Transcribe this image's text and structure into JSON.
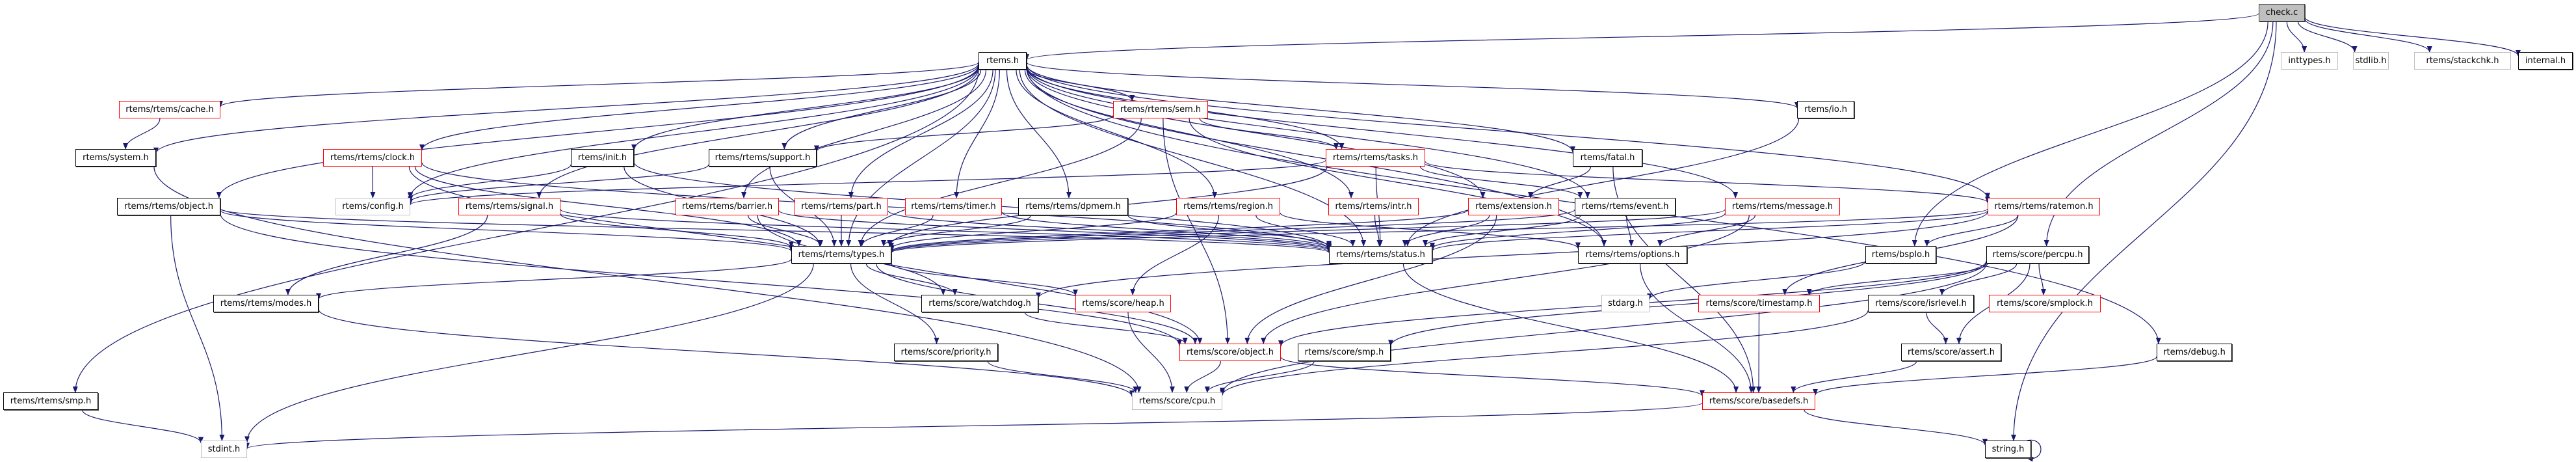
{
  "graph": {
    "title": "check.c include dependency graph",
    "colors": {
      "edge": "#191970",
      "normal_border": "#000000",
      "truncated_border": "#ff0000",
      "external_border": "#bfbfbf",
      "root_fill": "#bfbfbf"
    },
    "nodes": [
      {
        "id": "check_c",
        "label": "check.c",
        "kind": "root"
      },
      {
        "id": "rtems_h",
        "label": "rtems.h",
        "kind": "normal"
      },
      {
        "id": "inttypes_h",
        "label": "inttypes.h",
        "kind": "gray"
      },
      {
        "id": "stdlib_h",
        "label": "stdlib.h",
        "kind": "gray"
      },
      {
        "id": "stackchk_h",
        "label": "rtems/stackchk.h",
        "kind": "gray"
      },
      {
        "id": "internal_h",
        "label": "internal.h",
        "kind": "normal"
      },
      {
        "id": "cache_h",
        "label": "rtems/rtems/cache.h",
        "kind": "red"
      },
      {
        "id": "sem_h",
        "label": "rtems/rtems/sem.h",
        "kind": "red"
      },
      {
        "id": "io_h",
        "label": "rtems/io.h",
        "kind": "normal"
      },
      {
        "id": "system_h",
        "label": "rtems/system.h",
        "kind": "normal"
      },
      {
        "id": "clock_h",
        "label": "rtems/rtems/clock.h",
        "kind": "red"
      },
      {
        "id": "init_h",
        "label": "rtems/init.h",
        "kind": "normal"
      },
      {
        "id": "support_h",
        "label": "rtems/rtems/support.h",
        "kind": "normal"
      },
      {
        "id": "tasks_h",
        "label": "rtems/rtems/tasks.h",
        "kind": "red"
      },
      {
        "id": "fatal_h",
        "label": "rtems/fatal.h",
        "kind": "normal"
      },
      {
        "id": "object_h",
        "label": "rtems/rtems/object.h",
        "kind": "normal"
      },
      {
        "id": "config_h",
        "label": "rtems/config.h",
        "kind": "gray"
      },
      {
        "id": "signal_h",
        "label": "rtems/rtems/signal.h",
        "kind": "red"
      },
      {
        "id": "barrier_h",
        "label": "rtems/rtems/barrier.h",
        "kind": "red"
      },
      {
        "id": "part_h",
        "label": "rtems/rtems/part.h",
        "kind": "red"
      },
      {
        "id": "timer_h",
        "label": "rtems/rtems/timer.h",
        "kind": "red"
      },
      {
        "id": "dpmem_h",
        "label": "rtems/rtems/dpmem.h",
        "kind": "normal"
      },
      {
        "id": "region_h",
        "label": "rtems/rtems/region.h",
        "kind": "red"
      },
      {
        "id": "intr_h",
        "label": "rtems/rtems/intr.h",
        "kind": "red"
      },
      {
        "id": "extension_h",
        "label": "rtems/extension.h",
        "kind": "red"
      },
      {
        "id": "event_h",
        "label": "rtems/rtems/event.h",
        "kind": "normal"
      },
      {
        "id": "message_h",
        "label": "rtems/rtems/message.h",
        "kind": "red"
      },
      {
        "id": "ratemon_h",
        "label": "rtems/rtems/ratemon.h",
        "kind": "red"
      },
      {
        "id": "types_h",
        "label": "rtems/rtems/types.h",
        "kind": "normal"
      },
      {
        "id": "status_h",
        "label": "rtems/rtems/status.h",
        "kind": "normal"
      },
      {
        "id": "options_h",
        "label": "rtems/rtems/options.h",
        "kind": "normal"
      },
      {
        "id": "bspio_h",
        "label": "rtems/bspIo.h",
        "kind": "normal"
      },
      {
        "id": "percpu_h",
        "label": "rtems/score/percpu.h",
        "kind": "normal"
      },
      {
        "id": "modes_h",
        "label": "rtems/rtems/modes.h",
        "kind": "normal"
      },
      {
        "id": "watchdog_h",
        "label": "rtems/score/watchdog.h",
        "kind": "normal"
      },
      {
        "id": "heap_h",
        "label": "rtems/score/heap.h",
        "kind": "red"
      },
      {
        "id": "stdarg_h",
        "label": "stdarg.h",
        "kind": "gray"
      },
      {
        "id": "timestamp_h",
        "label": "rtems/score/timestamp.h",
        "kind": "red"
      },
      {
        "id": "isrlevel_h",
        "label": "rtems/score/isrlevel.h",
        "kind": "normal"
      },
      {
        "id": "smplock_h",
        "label": "rtems/score/smplock.h",
        "kind": "red"
      },
      {
        "id": "priority_h",
        "label": "rtems/score/priority.h",
        "kind": "normal"
      },
      {
        "id": "score_object_h",
        "label": "rtems/score/object.h",
        "kind": "red"
      },
      {
        "id": "score_smp_h",
        "label": "rtems/score/smp.h",
        "kind": "normal"
      },
      {
        "id": "assert_h",
        "label": "rtems/score/assert.h",
        "kind": "normal"
      },
      {
        "id": "debug_h",
        "label": "rtems/debug.h",
        "kind": "normal"
      },
      {
        "id": "smp_h",
        "label": "rtems/rtems/smp.h",
        "kind": "normal"
      },
      {
        "id": "cpu_h",
        "label": "rtems/score/cpu.h",
        "kind": "gray"
      },
      {
        "id": "basedefs_h",
        "label": "rtems/score/basedefs.h",
        "kind": "red"
      },
      {
        "id": "stdint_h",
        "label": "stdint.h",
        "kind": "gray"
      },
      {
        "id": "string_h",
        "label": "string.h",
        "kind": "normal"
      }
    ],
    "edges": [
      [
        "check_c",
        "rtems_h"
      ],
      [
        "check_c",
        "inttypes_h"
      ],
      [
        "check_c",
        "stdlib_h"
      ],
      [
        "check_c",
        "stackchk_h"
      ],
      [
        "check_c",
        "internal_h"
      ],
      [
        "check_c",
        "bspio_h"
      ],
      [
        "check_c",
        "percpu_h"
      ],
      [
        "check_c",
        "string_h"
      ],
      [
        "rtems_h",
        "cache_h"
      ],
      [
        "rtems_h",
        "system_h"
      ],
      [
        "rtems_h",
        "object_h"
      ],
      [
        "rtems_h",
        "smp_h"
      ],
      [
        "rtems_h",
        "clock_h"
      ],
      [
        "rtems_h",
        "config_h"
      ],
      [
        "rtems_h",
        "init_h"
      ],
      [
        "rtems_h",
        "signal_h"
      ],
      [
        "rtems_h",
        "support_h"
      ],
      [
        "rtems_h",
        "barrier_h"
      ],
      [
        "rtems_h",
        "part_h"
      ],
      [
        "rtems_h",
        "timer_h"
      ],
      [
        "rtems_h",
        "dpmem_h"
      ],
      [
        "rtems_h",
        "sem_h"
      ],
      [
        "rtems_h",
        "region_h"
      ],
      [
        "rtems_h",
        "tasks_h"
      ],
      [
        "rtems_h",
        "intr_h"
      ],
      [
        "rtems_h",
        "extension_h"
      ],
      [
        "rtems_h",
        "fatal_h"
      ],
      [
        "rtems_h",
        "event_h"
      ],
      [
        "rtems_h",
        "message_h"
      ],
      [
        "rtems_h",
        "io_h"
      ],
      [
        "rtems_h",
        "ratemon_h"
      ],
      [
        "rtems_h",
        "debug_h"
      ],
      [
        "rtems_h",
        "types_h"
      ],
      [
        "rtems_h",
        "status_h"
      ],
      [
        "rtems_h",
        "options_h"
      ],
      [
        "cache_h",
        "system_h"
      ],
      [
        "system_h",
        "cpu_h"
      ],
      [
        "object_h",
        "types_h"
      ],
      [
        "object_h",
        "status_h"
      ],
      [
        "object_h",
        "stdint_h"
      ],
      [
        "object_h",
        "score_object_h"
      ],
      [
        "smp_h",
        "stdint_h"
      ],
      [
        "clock_h",
        "config_h"
      ],
      [
        "clock_h",
        "types_h"
      ],
      [
        "clock_h",
        "status_h"
      ],
      [
        "clock_h",
        "watchdog_h"
      ],
      [
        "init_h",
        "config_h"
      ],
      [
        "init_h",
        "types_h"
      ],
      [
        "init_h",
        "status_h"
      ],
      [
        "support_h",
        "config_h"
      ],
      [
        "support_h",
        "types_h"
      ],
      [
        "signal_h",
        "modes_h"
      ],
      [
        "signal_h",
        "types_h"
      ],
      [
        "signal_h",
        "status_h"
      ],
      [
        "barrier_h",
        "types_h"
      ],
      [
        "barrier_h",
        "status_h"
      ],
      [
        "barrier_h",
        "score_object_h"
      ],
      [
        "part_h",
        "types_h"
      ],
      [
        "part_h",
        "status_h"
      ],
      [
        "timer_h",
        "types_h"
      ],
      [
        "timer_h",
        "status_h"
      ],
      [
        "dpmem_h",
        "types_h"
      ],
      [
        "dpmem_h",
        "status_h"
      ],
      [
        "sem_h",
        "support_h"
      ],
      [
        "sem_h",
        "types_h"
      ],
      [
        "sem_h",
        "tasks_h"
      ],
      [
        "sem_h",
        "score_object_h"
      ],
      [
        "sem_h",
        "options_h"
      ],
      [
        "region_h",
        "heap_h"
      ],
      [
        "region_h",
        "types_h"
      ],
      [
        "region_h",
        "status_h"
      ],
      [
        "region_h",
        "options_h"
      ],
      [
        "tasks_h",
        "config_h"
      ],
      [
        "tasks_h",
        "status_h"
      ],
      [
        "tasks_h",
        "event_h"
      ],
      [
        "tasks_h",
        "ratemon_h"
      ],
      [
        "tasks_h",
        "types_h"
      ],
      [
        "intr_h",
        "status_h"
      ],
      [
        "extension_h",
        "types_h"
      ],
      [
        "extension_h",
        "status_h"
      ],
      [
        "extension_h",
        "score_object_h"
      ],
      [
        "fatal_h",
        "extension_h"
      ],
      [
        "fatal_h",
        "basedefs_h"
      ],
      [
        "event_h",
        "options_h"
      ],
      [
        "event_h",
        "status_h"
      ],
      [
        "event_h",
        "types_h"
      ],
      [
        "message_h",
        "options_h"
      ],
      [
        "message_h",
        "status_h"
      ],
      [
        "message_h",
        "types_h"
      ],
      [
        "message_h",
        "score_object_h"
      ],
      [
        "io_h",
        "status_h"
      ],
      [
        "ratemon_h",
        "bspio_h"
      ],
      [
        "ratemon_h",
        "status_h"
      ],
      [
        "ratemon_h",
        "types_h"
      ],
      [
        "ratemon_h",
        "timestamp_h"
      ],
      [
        "ratemon_h",
        "watchdog_h"
      ],
      [
        "types_h",
        "modes_h"
      ],
      [
        "types_h",
        "watchdog_h"
      ],
      [
        "types_h",
        "heap_h"
      ],
      [
        "types_h",
        "priority_h"
      ],
      [
        "types_h",
        "score_object_h"
      ],
      [
        "types_h",
        "stdint_h"
      ],
      [
        "status_h",
        "basedefs_h"
      ],
      [
        "options_h",
        "basedefs_h"
      ],
      [
        "bspio_h",
        "stdarg_h"
      ],
      [
        "percpu_h",
        "timestamp_h"
      ],
      [
        "percpu_h",
        "isrlevel_h"
      ],
      [
        "percpu_h",
        "smplock_h"
      ],
      [
        "percpu_h",
        "assert_h"
      ],
      [
        "percpu_h",
        "score_smp_h"
      ],
      [
        "percpu_h",
        "cpu_h"
      ],
      [
        "percpu_h",
        "score_object_h"
      ],
      [
        "modes_h",
        "cpu_h"
      ],
      [
        "watchdog_h",
        "score_object_h"
      ],
      [
        "heap_h",
        "cpu_h"
      ],
      [
        "timestamp_h",
        "basedefs_h"
      ],
      [
        "isrlevel_h",
        "assert_h"
      ],
      [
        "isrlevel_h",
        "cpu_h"
      ],
      [
        "priority_h",
        "cpu_h"
      ],
      [
        "score_object_h",
        "cpu_h"
      ],
      [
        "score_object_h",
        "basedefs_h"
      ],
      [
        "score_smp_h",
        "cpu_h"
      ],
      [
        "assert_h",
        "basedefs_h"
      ],
      [
        "debug_h",
        "basedefs_h"
      ],
      [
        "basedefs_h",
        "stdint_h"
      ],
      [
        "basedefs_h",
        "string_h"
      ],
      [
        "string_h",
        "string_h"
      ]
    ]
  }
}
